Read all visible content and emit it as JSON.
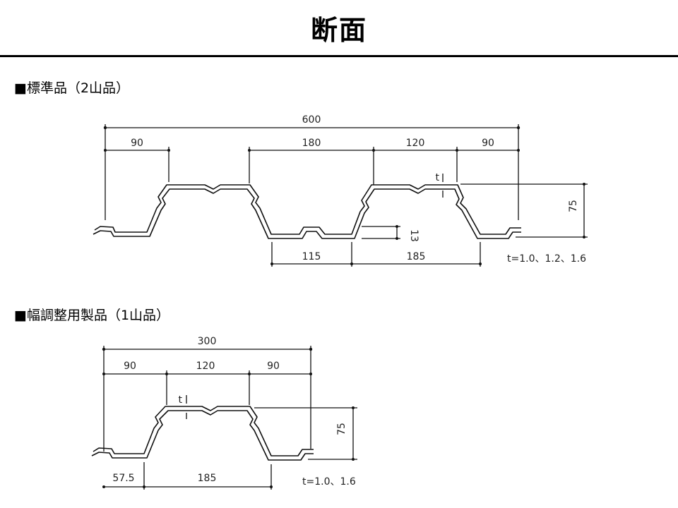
{
  "page": {
    "title": "断面"
  },
  "sections": [
    {
      "heading": "■標準品（2山品）",
      "dims": {
        "overall": "600",
        "left_edge": "90",
        "top_flange": "180",
        "top_middle": "120",
        "right_edge": "90",
        "bottom_left": "115",
        "bottom_right": "185",
        "height": "75",
        "rib_height": "13",
        "thickness_symbol": "t"
      },
      "thickness_note": "t=1.0、1.2、1.6"
    },
    {
      "heading": "■幅調整用製品（1山品）",
      "dims": {
        "overall": "300",
        "left_edge": "90",
        "top_middle": "120",
        "right_edge": "90",
        "bottom_left": "57.5",
        "bottom_right": "185",
        "height": "75",
        "thickness_symbol": "t"
      },
      "thickness_note": "t=1.0、1.6"
    }
  ]
}
